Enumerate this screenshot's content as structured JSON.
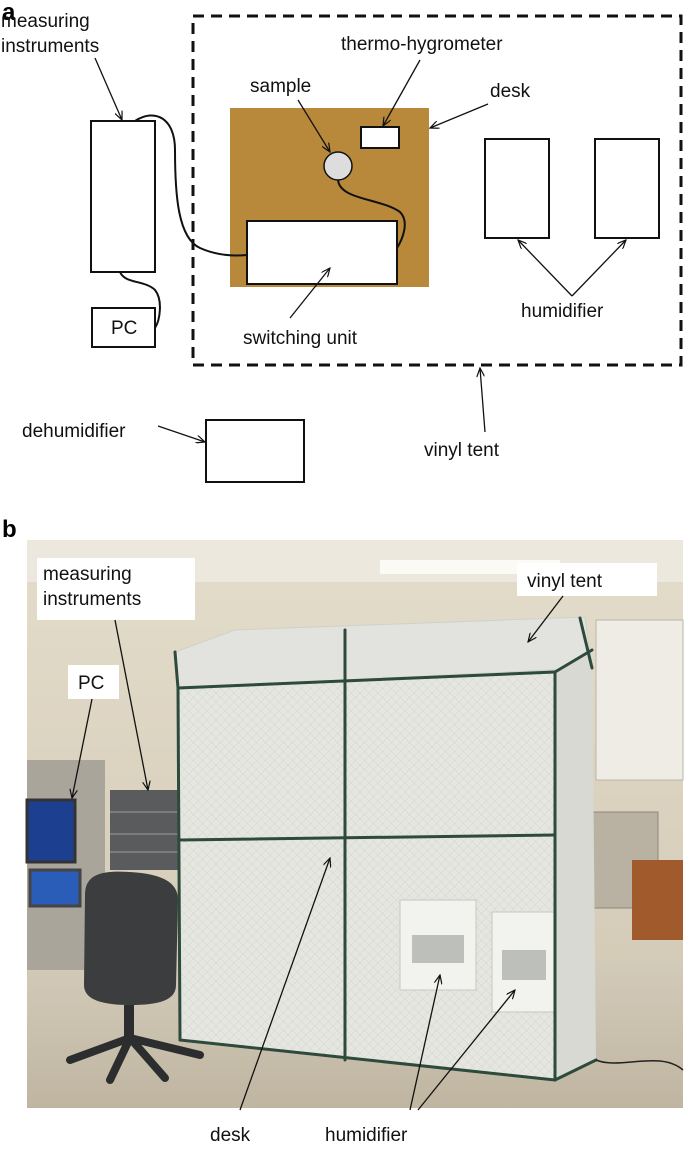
{
  "panel_a": {
    "label": "a",
    "labels": {
      "measuring_instruments_line1": "measuring",
      "measuring_instruments_line2": "instruments",
      "thermo_hygrometer": "thermo-hygrometer",
      "sample": "sample",
      "desk": "desk",
      "pc": "PC",
      "switching_unit": "switching unit",
      "humidifier": "humidifier",
      "dehumidifier": "dehumidifier",
      "vinyl_tent": "vinyl tent"
    },
    "colors": {
      "desk": "#b8893a",
      "sample": "#dddddd",
      "line": "#111111"
    }
  },
  "panel_b": {
    "label": "b",
    "labels": {
      "measuring_instruments_line1": "measuring",
      "measuring_instruments_line2": "instruments",
      "pc": "PC",
      "vinyl_tent": "vinyl  tent",
      "desk": "desk",
      "humidifier": "humidifier"
    },
    "colors": {
      "wall": "#d9d2c0",
      "floor": "#cfc6b4",
      "ceiling": "#e9e6dc",
      "tent": "#e6e6e1",
      "frame": "#2d4a3c"
    }
  }
}
